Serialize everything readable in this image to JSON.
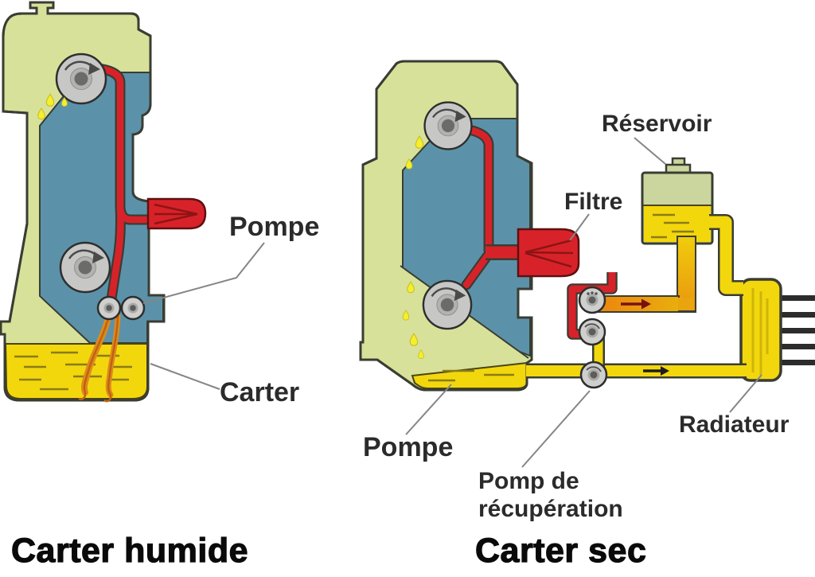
{
  "left_diagram": {
    "caption": "Carter humide",
    "labels": {
      "pompe": "Pompe",
      "carter": "Carter"
    }
  },
  "right_diagram": {
    "caption": "Carter sec",
    "labels": {
      "reservoir": "Réservoir",
      "filtre": "Filtre",
      "pompe": "Pompe",
      "pomp_recuperation": "Pomp de récupération",
      "radiateur": "Radiateur"
    }
  },
  "colors": {
    "background": "#ffffff",
    "engine_body_green": "#d8e19a",
    "engine_interior_blue": "#5b92a9",
    "oil_yellow": "#f3d70d",
    "oil_drop_yellow": "#f4ef2f",
    "pump_red": "#d8222a",
    "hot_oil_orange": "#e88d13",
    "metal_gray": "#c7c7c5",
    "outline_dark": "#3a3d33",
    "pointer_gray": "#858585",
    "label_text": "#2b2b2b"
  }
}
